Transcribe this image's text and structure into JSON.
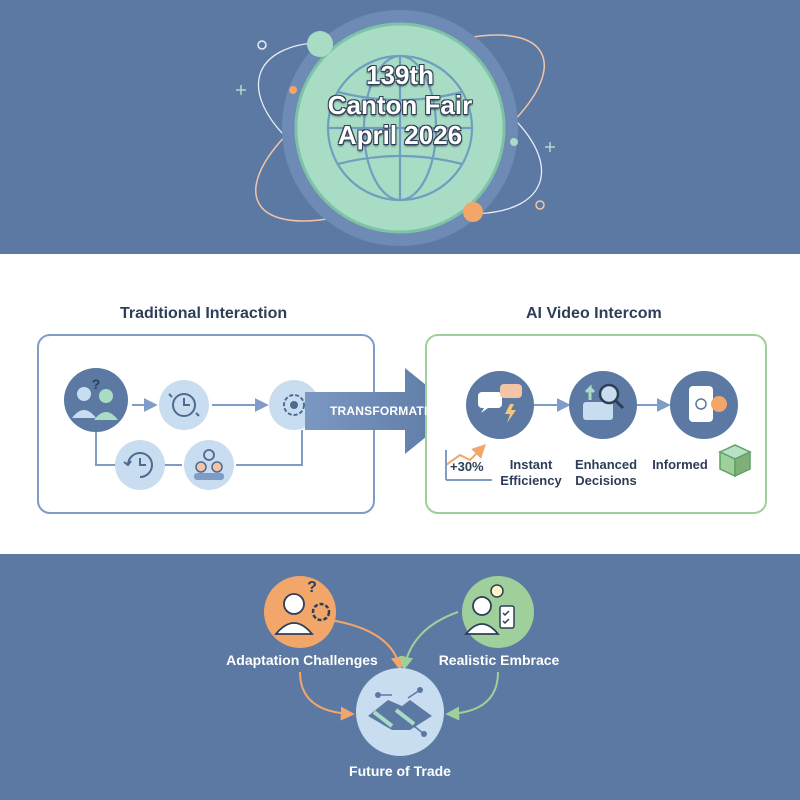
{
  "hero": {
    "lines": [
      "139th",
      "Canton Fair",
      "April 2026"
    ]
  },
  "traditional": {
    "title": "Traditional Interaction"
  },
  "transformation": {
    "label": "TRANSFORMATION"
  },
  "ai": {
    "title": "AI Video Intercom",
    "stat": "+30%",
    "items": [
      {
        "label": "Instant\nEfficiency",
        "line1": "Instant",
        "line2": "Efficiency"
      },
      {
        "label": "Enhanced\nDecisions",
        "line1": "Enhanced",
        "line2": "Decisions"
      },
      {
        "label": "Informed",
        "line1": "Informed"
      }
    ]
  },
  "future": {
    "left_label": "Adaptation Challenges",
    "right_label": "Realistic Embrace",
    "center_label": "Future of Trade"
  },
  "colors": {
    "navy_band": "#5b79a3",
    "globe_green": "#a9dcc4",
    "icon_blue": "#5b79a3",
    "light_blue": "#c9ddf0",
    "accent_orange": "#f2a66a",
    "accent_green": "#7fb07a",
    "box_blue_border": "#7f9cc7",
    "box_green_border": "#9fcf9a"
  },
  "icons": [
    "globe-icon",
    "people-question-icon",
    "clock-icon",
    "gear-person-icon",
    "cycle-clock-icon",
    "group-icon",
    "chat-lightning-icon",
    "chart-search-icon",
    "tablet-brain-icon",
    "trend-up-icon",
    "box-icon",
    "person-question-gear-icon",
    "person-lightbulb-checklist-icon",
    "handshake-icon"
  ]
}
